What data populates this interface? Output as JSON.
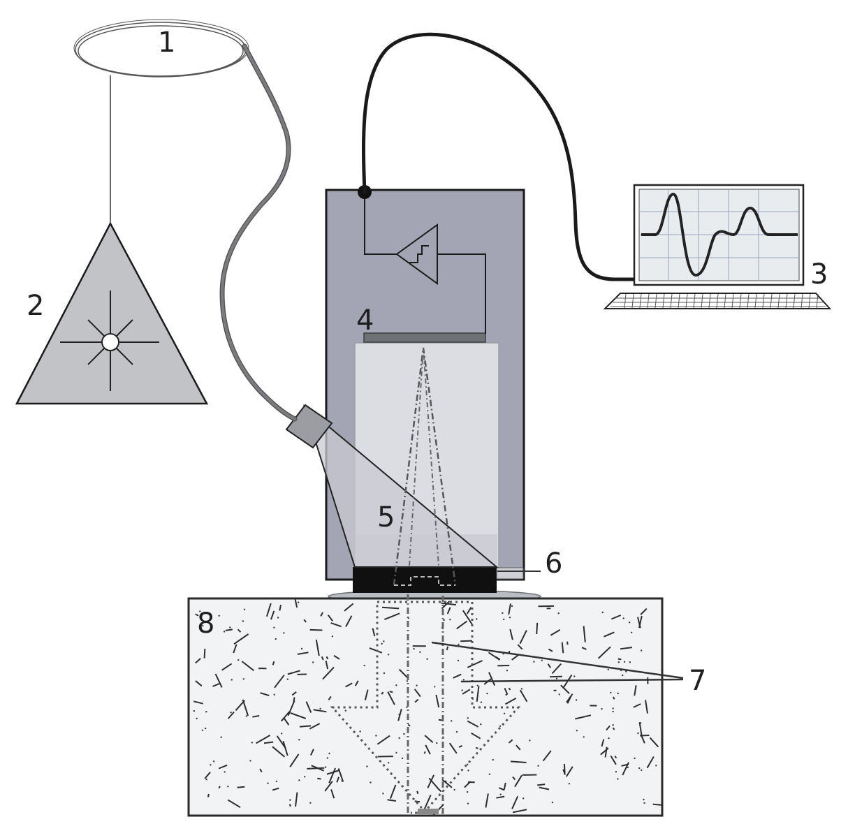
{
  "labels": {
    "l1": "1",
    "l2": "2",
    "l3": "3",
    "l4": "4",
    "l5": "5",
    "l6": "6",
    "l7": "7",
    "l8": "8"
  },
  "colors": {
    "housing": "#a3a5b4",
    "buffer": "#dcdde3",
    "crystal": "#6f7274",
    "transducer": "#101010",
    "specimen": "#f1f3f4",
    "source": "#c1c3c6",
    "wire": "#1a1a1a",
    "fiber": "#7a7c80",
    "screen_bg": "#e9ecef",
    "signal": "#222222"
  }
}
